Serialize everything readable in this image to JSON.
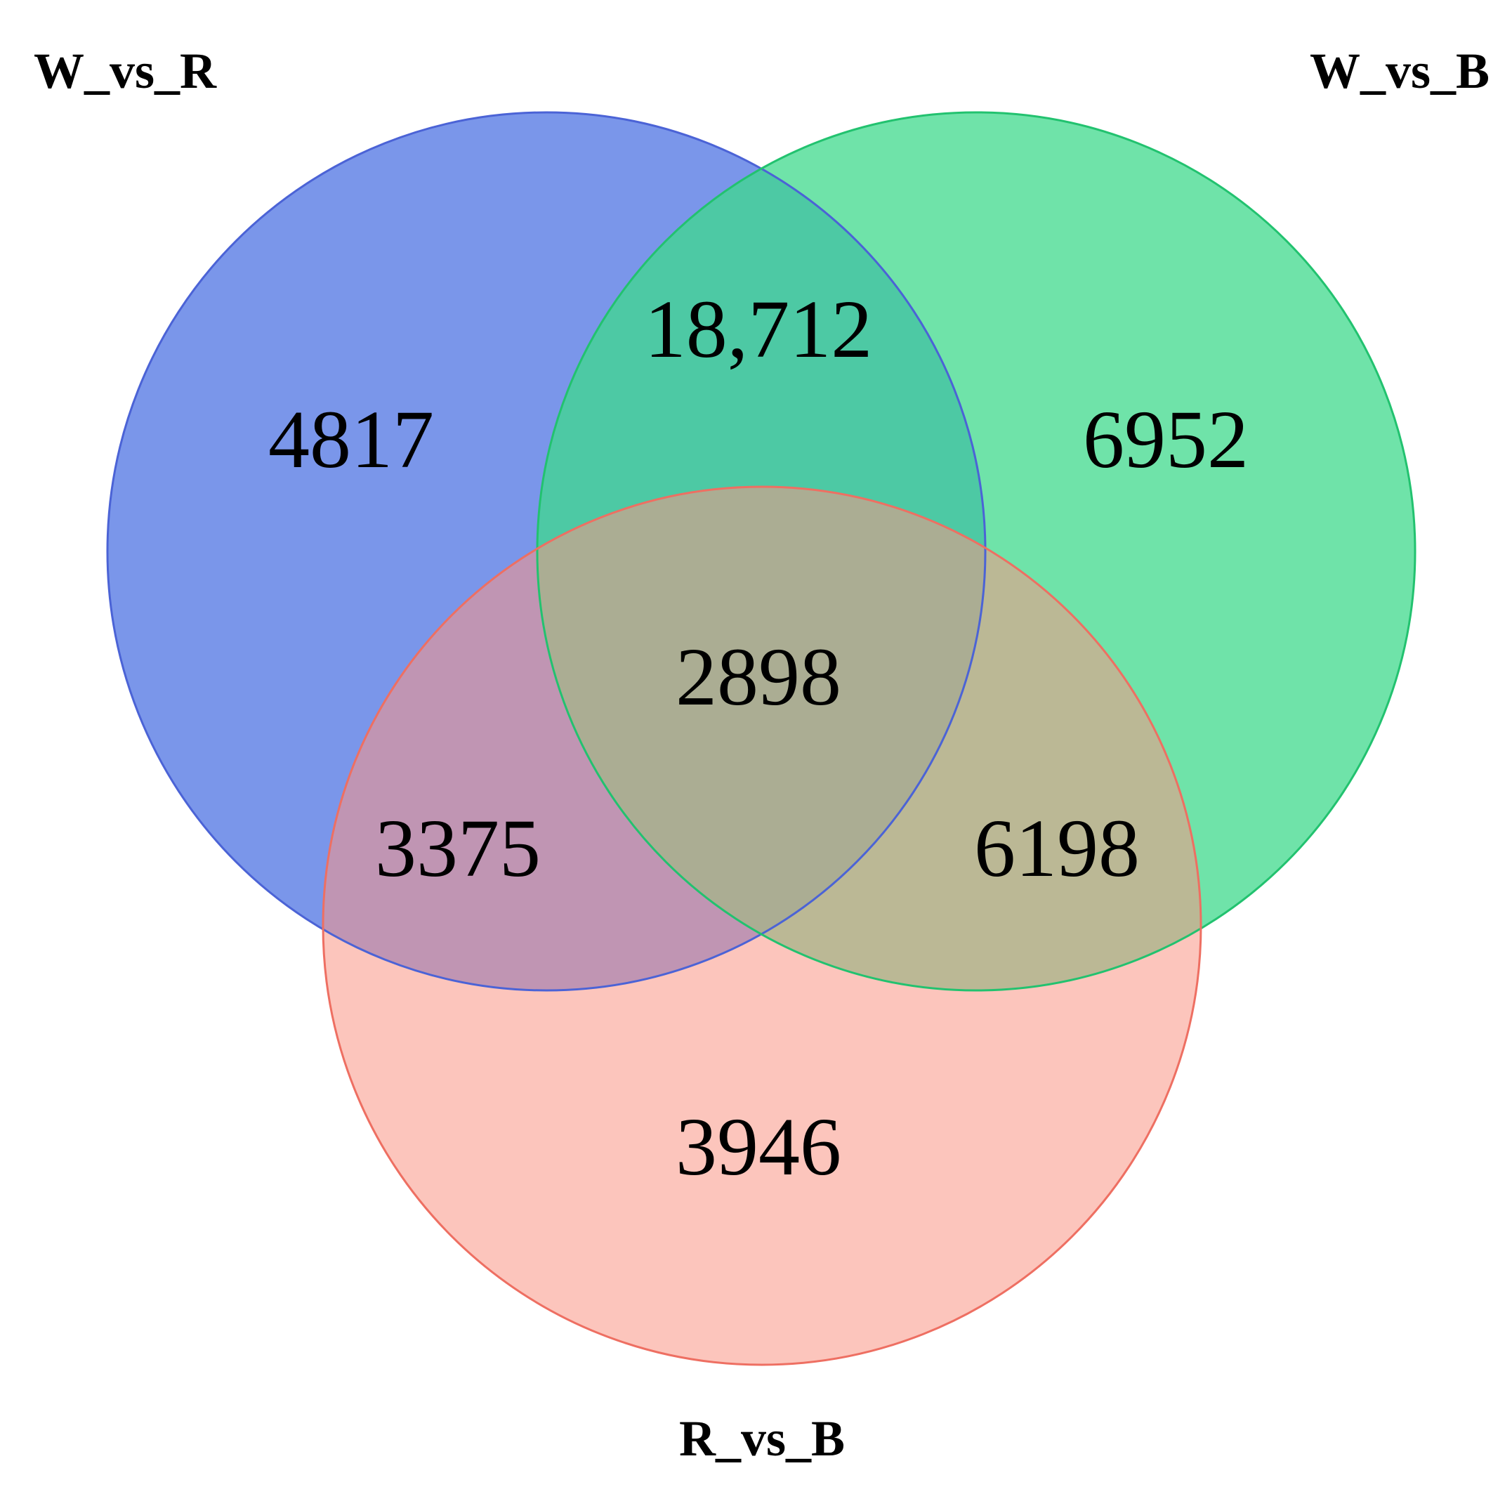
{
  "sets": [
    {
      "id": "A",
      "label": "W_vs_R",
      "fill": "#6f8de8",
      "stroke": "#4b63d6"
    },
    {
      "id": "B",
      "label": "W_vs_B",
      "fill": "#3fd98c",
      "stroke": "#22c26f"
    },
    {
      "id": "C",
      "label": "R_vs_B",
      "fill": "#fa9585",
      "stroke": "#ee6f62"
    }
  ],
  "regions": {
    "only_W_vs_R": "4817",
    "only_W_vs_B": "6952",
    "only_R_vs_B": "3946",
    "W_vs_R_and_W_vs_B": "18,712",
    "W_vs_R_and_R_vs_B": "3375",
    "W_vs_B_and_R_vs_B": "6198",
    "all_three": "2898"
  }
}
